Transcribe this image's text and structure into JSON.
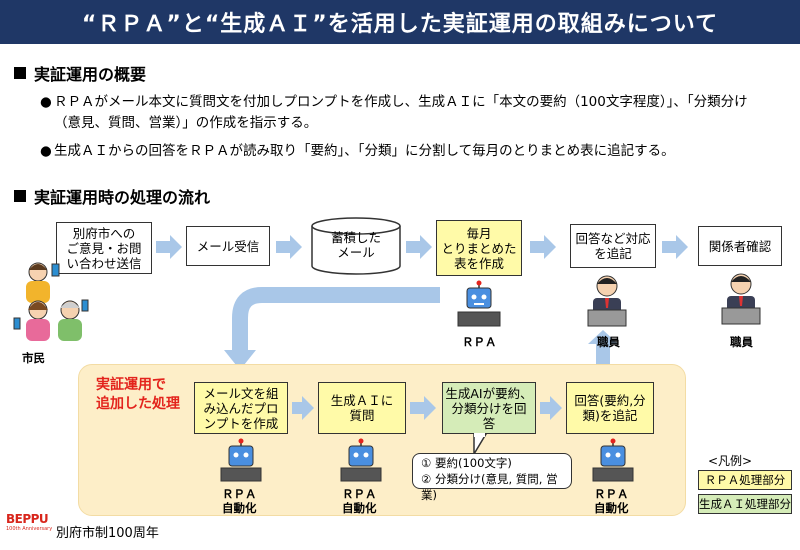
{
  "title": "“ＲＰＡ”と“生成ＡＩ”を活用した実証運用の取組みについて",
  "overview": {
    "heading": "実証運用の概要",
    "bullets": [
      "ＲＰＡがメール本文に質問文を付加しプロンプトを作成し、生成ＡＩに「本文の要約（100文字程度）」、「分類分け（意見、質問、営業）」の作成を指示する。",
      "生成ＡＩからの回答をＲＰＡが読み取り「要約」、「分類」に分割して毎月のとりまとめ表に追記する。"
    ]
  },
  "flow": {
    "heading": "実証運用時の処理の流れ",
    "top": [
      {
        "label": "別府市への\nご意見・お問\nい合わせ送信",
        "kind": "white"
      },
      {
        "label": "メール受信",
        "kind": "white"
      },
      {
        "label": "蓄積した\nメール",
        "kind": "cylinder"
      },
      {
        "label": "毎月\nとりまとめた\n表を作成",
        "kind": "yellow"
      },
      {
        "label": "回答など対応\nを追記",
        "kind": "white"
      },
      {
        "label": "関係者確認",
        "kind": "white"
      }
    ],
    "top_captions": [
      "市民",
      "ＲＰＡ",
      "職員",
      "職員"
    ],
    "added_label": "実証運用で\n追加した処理",
    "bottom": [
      {
        "label": "メール文を組\nみ込んだプロ\nンプトを作成",
        "kind": "yellow"
      },
      {
        "label": "生成ＡＩに\n質問",
        "kind": "yellow"
      },
      {
        "label": "生成AIが要約、\n分類分けを回\n答",
        "kind": "green"
      },
      {
        "label": "回答(要約,分\n類)を追記",
        "kind": "yellow"
      }
    ],
    "bottom_captions": [
      "ＲＰＡ\n自動化",
      "ＲＰＡ\n自動化",
      "ＲＰＡ\n自動化"
    ],
    "note_lines": [
      "① 要約(100文字)",
      "② 分類分け(意見, 質問, 営業)"
    ]
  },
  "legend": {
    "title": "<凡例>",
    "rpa": "ＲＰＡ処理部分",
    "ai": "生成ＡＩ処理部分"
  },
  "footer": {
    "logo_text": "BEPPU",
    "logo_sub": "100th Anniversary",
    "caption": "別府市制100周年"
  },
  "colors": {
    "title_bg": "#1f3766",
    "rpa_yellow": "#fffaa8",
    "ai_green": "#d5ecb8",
    "flow_arrow": "#a9c7e8",
    "highlight_bg": "#fdeec8",
    "added_red": "#e3231c"
  }
}
